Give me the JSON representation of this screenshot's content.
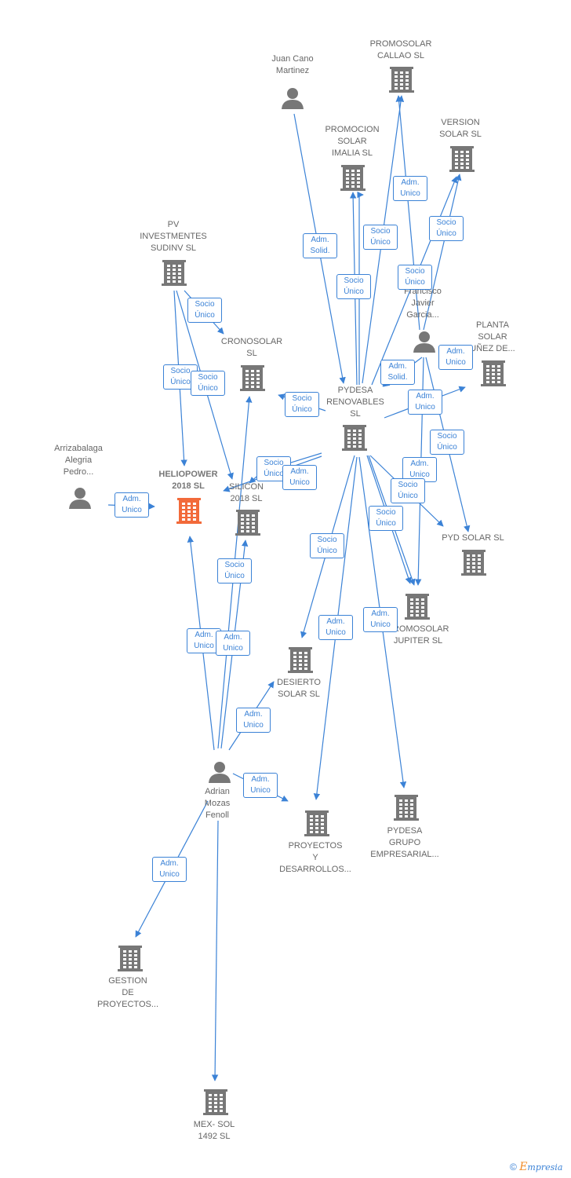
{
  "colors": {
    "edge": "#3b82d6",
    "company": "#777777",
    "focus": "#f26a3a",
    "person": "#777777"
  },
  "nodes": [
    {
      "id": "juan",
      "kind": "person",
      "label": "Juan Cano\nMartinez"
    },
    {
      "id": "callao",
      "kind": "company",
      "label": "PROMOSOLAR\nCALLAO  SL"
    },
    {
      "id": "imalia",
      "kind": "company",
      "label": "PROMOCION\nSOLAR\nIMALIA  SL"
    },
    {
      "id": "version",
      "kind": "company",
      "label": "VERSION\nSOLAR  SL"
    },
    {
      "id": "pv",
      "kind": "company",
      "label": "PV\nINVESTMENTES\nSUDINV  SL"
    },
    {
      "id": "francisco",
      "kind": "person",
      "label": "Francisco\nJavier\nGarcia..."
    },
    {
      "id": "planta",
      "kind": "company",
      "label": "PLANTA\nSOLAR\nUÑEZ DE..."
    },
    {
      "id": "cronosolar",
      "kind": "company",
      "label": "CRONOSOLAR\nSL"
    },
    {
      "id": "pydesa",
      "kind": "company",
      "label": "PYDESA\nRENOVABLES\nSL"
    },
    {
      "id": "arrizabalaga",
      "kind": "person",
      "label": "Arrizabalaga\nAlegria\nPedro..."
    },
    {
      "id": "heliopower",
      "kind": "focus",
      "label": "HELIOPOWER\n2018  SL"
    },
    {
      "id": "silicon",
      "kind": "company",
      "label": "SILICON\n2018  SL"
    },
    {
      "id": "pydsolar",
      "kind": "company",
      "label": "PYD SOLAR  SL"
    },
    {
      "id": "jupiter",
      "kind": "company",
      "label": "PROMOSOLAR\nJUPITER  SL"
    },
    {
      "id": "desierto",
      "kind": "company",
      "label": "DESIERTO\nSOLAR  SL"
    },
    {
      "id": "adrian",
      "kind": "person",
      "label": "Adrian\nMozas\nFenoll"
    },
    {
      "id": "proyectos",
      "kind": "company",
      "label": "PROYECTOS\nY\nDESARROLLOS..."
    },
    {
      "id": "grupo",
      "kind": "company",
      "label": "PYDESA\nGRUPO\nEMPRESARIAL..."
    },
    {
      "id": "gestion",
      "kind": "company",
      "label": "GESTION\nDE\nPROYECTOS..."
    },
    {
      "id": "mex",
      "kind": "company",
      "label": "MEX- SOL\n1492  SL"
    }
  ],
  "badges": [
    {
      "id": "b1",
      "text": "Adm.\nSolid."
    },
    {
      "id": "b2",
      "text": "Adm.\nUnico"
    },
    {
      "id": "b3",
      "text": "Socio\nÚnico"
    },
    {
      "id": "b4",
      "text": "Adm.\nUnico"
    },
    {
      "id": "b5",
      "text": "Socio\nÚnico"
    },
    {
      "id": "b6",
      "text": "Socio\nÚnico"
    },
    {
      "id": "b7",
      "text": "Socio\nÚnico"
    },
    {
      "id": "b8",
      "text": "Adm.\nUnico"
    },
    {
      "id": "b9",
      "text": "Adm.\nSolid."
    },
    {
      "id": "b10",
      "text": "Socio\nÚnico"
    },
    {
      "id": "b11",
      "text": "Socio\nÚnico"
    },
    {
      "id": "b12",
      "text": "Socio\nÚnico"
    },
    {
      "id": "b13",
      "text": "Socio\nÚnico"
    },
    {
      "id": "b14",
      "text": "Adm.\nUnico"
    },
    {
      "id": "b15",
      "text": "Socio\nÚnico"
    },
    {
      "id": "b16",
      "text": "Socio\nÚnico"
    },
    {
      "id": "b17",
      "text": "Adm.\nUnico"
    },
    {
      "id": "b18",
      "text": "Adm.\nUnico"
    },
    {
      "id": "b19",
      "text": "Socio\nÚnico"
    },
    {
      "id": "b20",
      "text": "Socio\nÚnico"
    },
    {
      "id": "b21",
      "text": "Socio\nÚnico"
    },
    {
      "id": "b22",
      "text": "Socio\nÚnico"
    },
    {
      "id": "b23",
      "text": "Adm.\nUnico"
    },
    {
      "id": "b24",
      "text": "Adm.\nUnico"
    },
    {
      "id": "b25",
      "text": "Adm.\nUnico"
    },
    {
      "id": "b26",
      "text": "Adm.\nUnico"
    },
    {
      "id": "b27",
      "text": "Adm.\nUnico"
    },
    {
      "id": "b28",
      "text": "Adm.\nUnico"
    },
    {
      "id": "b29",
      "text": "Adm.\nUnico"
    }
  ],
  "footer": {
    "copyright": "©",
    "brand_initial": "E",
    "brand_rest": "mpresia"
  }
}
